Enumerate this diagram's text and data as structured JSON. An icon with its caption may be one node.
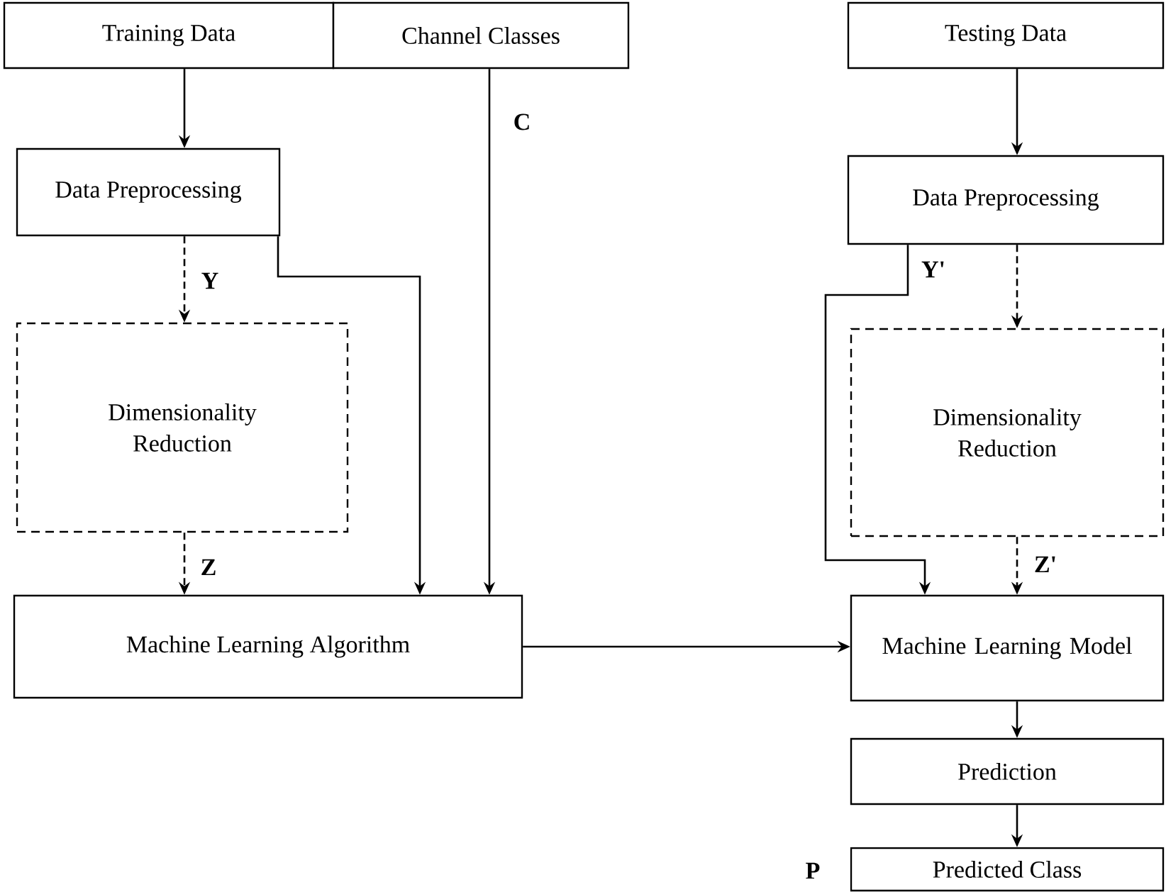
{
  "diagram": {
    "nodes": [
      {
        "text": [
          "Training Data"
        ]
      },
      {
        "text": [
          "Channel Classes"
        ]
      },
      {
        "text": [
          "Data Preprocessing"
        ]
      },
      {
        "text": [
          "Dimensionality Reduction"
        ]
      },
      {
        "text": [
          "Machine Learning Algorithm"
        ]
      },
      {
        "text": [
          "Testing Data"
        ]
      },
      {
        "text": [
          "Data Preprocessing"
        ]
      },
      {
        "text": [
          "Dimensionality Reduction"
        ]
      },
      {
        "text": [
          "Machine Learning Model"
        ]
      },
      {
        "text": [
          "Prediction"
        ]
      },
      {
        "text": [
          "Predicted Class"
        ],
        "beside": [
          "P"
        ]
      }
    ],
    "edges": [
      {
        "from": 0,
        "to": 2,
        "arrow": "to"
      },
      {
        "from": 1,
        "to": 4,
        "arrow": "to",
        "label": "C"
      },
      {
        "from": 2,
        "to": 3,
        "arrow": "to",
        "style": "dashed",
        "label": "Y"
      },
      {
        "from": 2,
        "to": 4,
        "arrow": "to"
      },
      {
        "from": 3,
        "to": 4,
        "arrow": "to",
        "style": "dashed",
        "label": "Z"
      },
      {
        "from": 4,
        "to": 8,
        "arrow": "to"
      },
      {
        "from": 5,
        "to": 6,
        "arrow": "to"
      },
      {
        "from": 6,
        "to": 7,
        "arrow": "to",
        "style": "dashed"
      },
      {
        "from": 6,
        "to": 8,
        "arrow": "to",
        "label": "Y'"
      },
      {
        "from": 7,
        "to": 8,
        "arrow": "to",
        "style": "dashed",
        "label": "Z'"
      },
      {
        "from": 8,
        "to": 9,
        "arrow": "to"
      },
      {
        "from": 9,
        "to": 10,
        "arrow": "to"
      }
    ]
  }
}
